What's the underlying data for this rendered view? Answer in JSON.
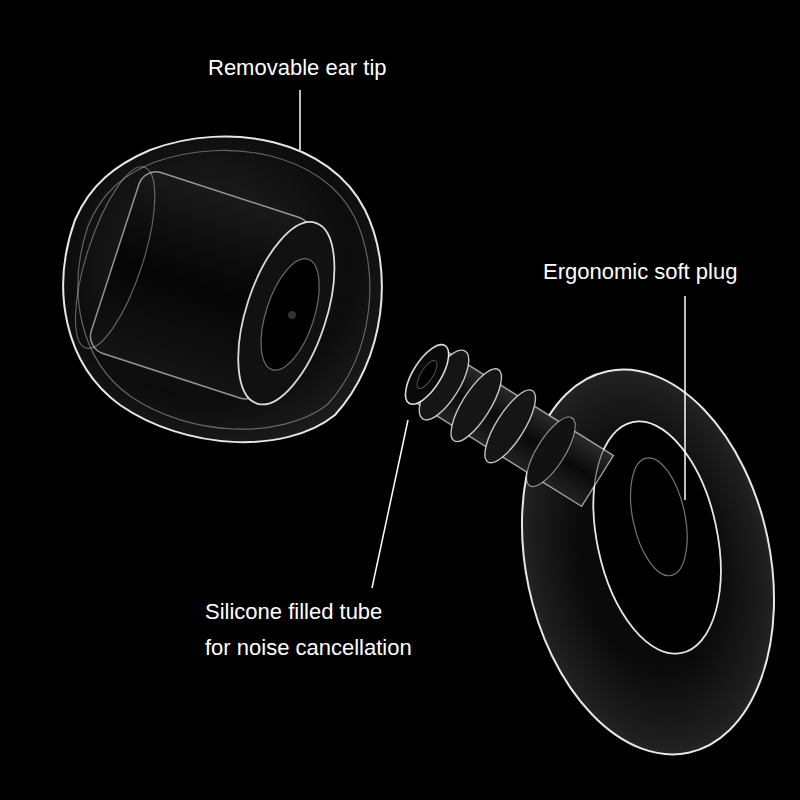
{
  "diagram": {
    "labels": [
      "Removable ear tip",
      "Ergonomic soft plug",
      "Silicone filled tube for noise cancellation"
    ]
  }
}
